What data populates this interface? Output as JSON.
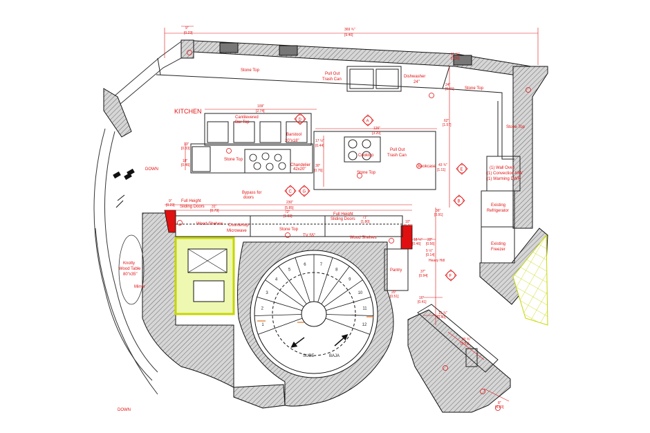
{
  "title": "KITCHEN",
  "labels": {
    "stone_top_back": "Stone Top",
    "pull_out_trash_1": "Pull Out",
    "pull_out_trash_1b": "Trash Can",
    "dishwasher": "Dishwasher",
    "dishwasher_size": "24\"",
    "stone_top_right": "Stone Top",
    "stone_top_corner": "Stone Top",
    "cantilevered": "Cantilevered",
    "bar_top": "Bar Top",
    "barstool": "Barstool",
    "barstool_size": "20\"x18\"",
    "cooktop": "Cooktop",
    "pull_out_trash_2": "Pull Out",
    "pull_out_trash_2b": "Trash Can",
    "stone_top_island": "Stone Top",
    "stone_top_island2": "Stone Top",
    "chandelier": "Chandelier",
    "chandelier_size": "42x20\"",
    "bookcase": "Bookcase",
    "wall_oven_1": "(1) Wall Oven",
    "wall_oven_2": "(1) Convection-MW",
    "wall_oven_3": "(1) Warming DWR",
    "existing_refrigerator_1": "Existing",
    "existing_refrigerator_2": "Refrigerator",
    "existing_freezer_1": "Existing",
    "existing_freezer_2": "Freezer",
    "bypass_1": "Bypass for",
    "bypass_2": "doors",
    "full_height_1a": "Full Height",
    "full_height_1b": "Sliding Doors",
    "full_height_2a": "Full Height",
    "full_height_2b": "Sliding Doors",
    "wood_shelves_1": "Wood Shelves",
    "countertop_1": "Countertop",
    "microwave": "Microwave",
    "stone_top_mid": "Stone Top",
    "tv": "TV 55\"",
    "wood_shelves_2": "Wood Shelves",
    "pantry": "Pantry",
    "knotty_1": "Knotty",
    "knotty_2": "Wood Table",
    "knotty_3": "80\"x35\"",
    "mirror": "Mirror",
    "down_1": "DOWN",
    "down_2": "DOWN",
    "sube": "SUBE",
    "baja": "BAJA",
    "heavy_hinges": "Heavy Hdl"
  },
  "dimensions": {
    "top_overall": "369 ¾\"",
    "top_overall_m": "[9.40]",
    "d_left_top": "9\"",
    "d_left_top_m": "[0.23]",
    "d_right_top_a": "11 ¾\"",
    "d_right_top_b": "[0.30]",
    "d_dw_a": "24\"",
    "d_dw_b": "[0.61]",
    "d_bar_top": "109\"",
    "d_bar_top_m": "[2.74]",
    "d_island": "126\"",
    "d_island_m": "[3.20]",
    "d_right_vert": "62\"",
    "d_right_vert_m": "[1.57]",
    "d_right_vert2": "43 ¾\"",
    "d_right_vert2_m": "[1.11]",
    "d_island_left_a": "13\"",
    "d_island_left_am": "[0.33]",
    "d_island_left_b": "18\"",
    "d_island_left_bm": "[0.46]",
    "d_island_depth_a": "17 ½\"",
    "d_island_depth_am": "[0.44]",
    "d_island_depth_b": "30\"",
    "d_island_depth_bm": "[0.76]",
    "d_mid_overall": "230\"",
    "d_mid_overall_m": "[5.85]",
    "d_mid_a": "9\"",
    "d_mid_a_m": "[0.23]",
    "d_mid_b": "31\"",
    "d_mid_b_m": "[0.79]",
    "d_mid_c": "72\"",
    "d_mid_c_m": "[1.83]",
    "d_mid_d": "71\"",
    "d_mid_d_m": "[1.80]",
    "d_mid_e": "10\"",
    "d_mid_e_m": "[0.25]",
    "d_right_gap": "36\"",
    "d_right_gap_m": "[0.91]",
    "d_pantry_a": "18 ¼\"",
    "d_pantry_am": "[0.46]",
    "d_pantry_b": "22\"",
    "d_pantry_bm": "[0.56]",
    "d_pantry_c": "37\"",
    "d_pantry_cm": "[0.94]",
    "d_pantry_d": "5 ½\"",
    "d_pantry_dm": "[0.14]",
    "d_pantry_e": "16\"",
    "d_pantry_em": "[0.41]",
    "d_stair_a": "20\"",
    "d_stair_am": "[0.51]",
    "d_lower_a": "15 ¾\"",
    "d_lower_am": "[0.40]",
    "d_lower_b": "90 ¾\"",
    "d_lower_bm": "[2.31]",
    "d_lower_c": "8\"",
    "d_lower_cm": "[0.20]"
  },
  "markers": [
    "A",
    "B",
    "C",
    "D",
    "E",
    "F",
    "G"
  ],
  "stair_numbers": [
    "1",
    "2",
    "3",
    "4",
    "5",
    "6",
    "7",
    "8",
    "9",
    "10",
    "11",
    "12"
  ],
  "colors": {
    "line": "#1a1a1a",
    "annotation": "#e01010",
    "wall_fill": "#bdbdbd",
    "highlight": "#d8ef3a",
    "dim_line": "#e01010",
    "accent": "#e07020"
  }
}
